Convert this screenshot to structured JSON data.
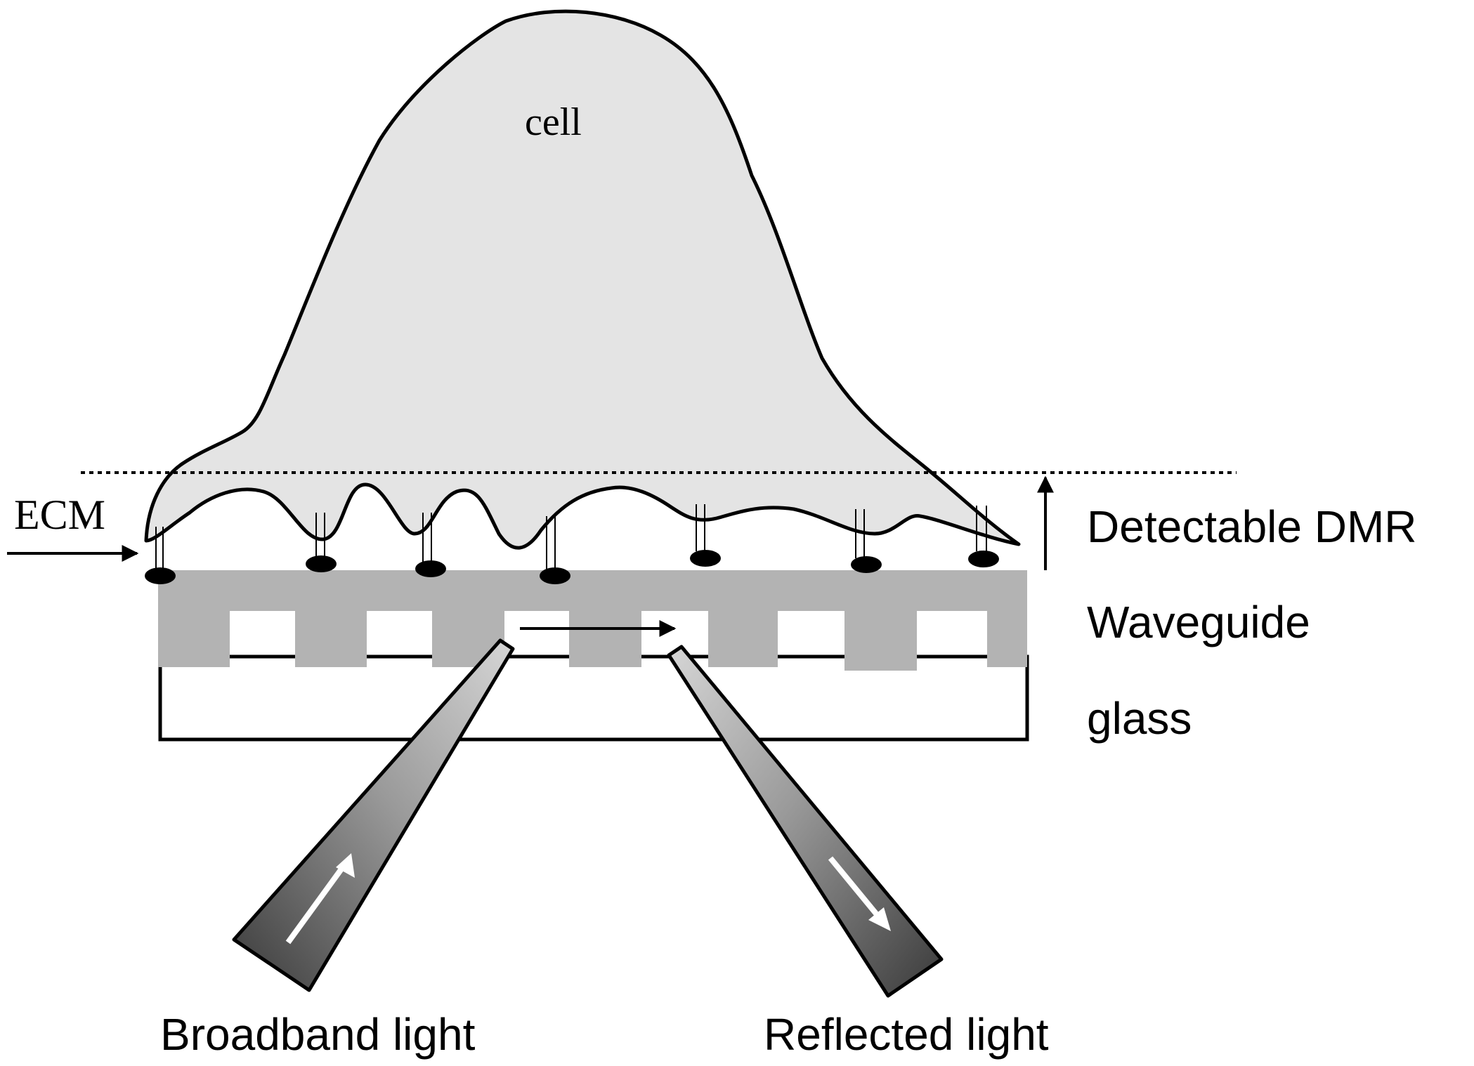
{
  "labels": {
    "cell": "cell",
    "ecm": "ECM",
    "detectable": "Detectable DMR",
    "waveguide": "Waveguide",
    "glass": "glass",
    "broadband": "Broadband light",
    "reflected": "Reflected light"
  },
  "colors": {
    "cell_fill": "#e4e4e4",
    "waveguide": "#b3b3b3",
    "outline": "#000000",
    "light_beam_dark": "#3a3a3a",
    "light_beam_light": "#cfcfcf"
  }
}
